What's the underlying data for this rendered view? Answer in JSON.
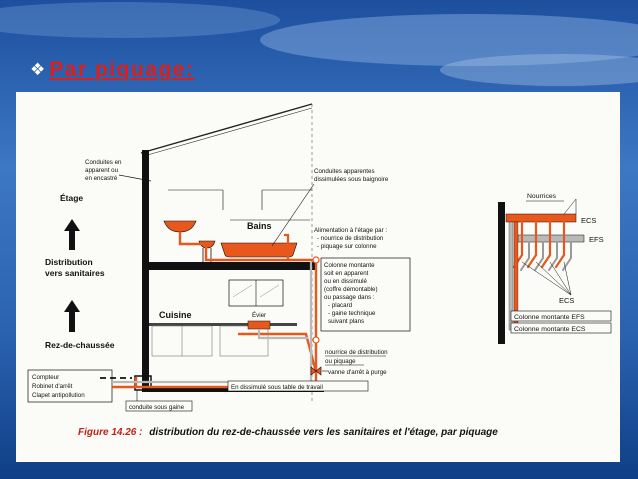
{
  "slide": {
    "bullet": "❖",
    "title": "Par piquage:"
  },
  "colors": {
    "pipe_orange": "#e8581d",
    "pipe_gray": "#b9b9b9",
    "wall_black": "#111111",
    "caption_red": "#c31f1a",
    "panel_bg": "#fbfbf7"
  },
  "labels": {
    "etage": "Étage",
    "distribution": "Distribution",
    "vers_sanitaires": "vers sanitaires",
    "rez_de_chaussee": "Rez-de-chaussée",
    "conduites_l1": "Conduites en",
    "conduites_l2": "apparent ou",
    "conduites_l3": "en encastré",
    "compteur": "Compteur",
    "robinet": "Robinet d'arrêt",
    "clapet": "Clapet antipollution",
    "conduite_gaine": "conduite sous gaine",
    "bains": "Bains",
    "cuisine": "Cuisine",
    "evier": "Évier",
    "apparentes_l1": "Conduites apparentes",
    "apparentes_l2": "dissimulées sous baignoire",
    "alim_l1": "Alimentation à l'étage par :",
    "alim_l2": "- nourrice de distribution",
    "alim_l3": "- piquage sur colonne",
    "colonne_l1": "Colonne montante",
    "colonne_l2": "soit en apparent",
    "colonne_l3": "ou en dissimulé",
    "colonne_l4": "(coffre démontable)",
    "colonne_l5": "ou passage dans :",
    "colonne_l6": "- placard",
    "colonne_l7": "- gaine technique",
    "colonne_l8": "suivant plans",
    "nourrice_l1": "nourrice de distribution",
    "nourrice_l2": "ou piquage",
    "vanne": "vanne d'arrêt à purge",
    "dissimule": "En dissimulé sous table de travail",
    "nourrices": "Nourrices",
    "ecs_top": "ECS",
    "efs_top": "EFS",
    "ecs_mid": "ECS",
    "colonne_efs": "Colonne montante EFS",
    "colonne_ecs": "Colonne montante ECS"
  },
  "caption": {
    "figure": "Figure 14.26 :",
    "text": "distribution du rez-de-chaussée vers les sanitaires et l'étage, par piquage"
  }
}
